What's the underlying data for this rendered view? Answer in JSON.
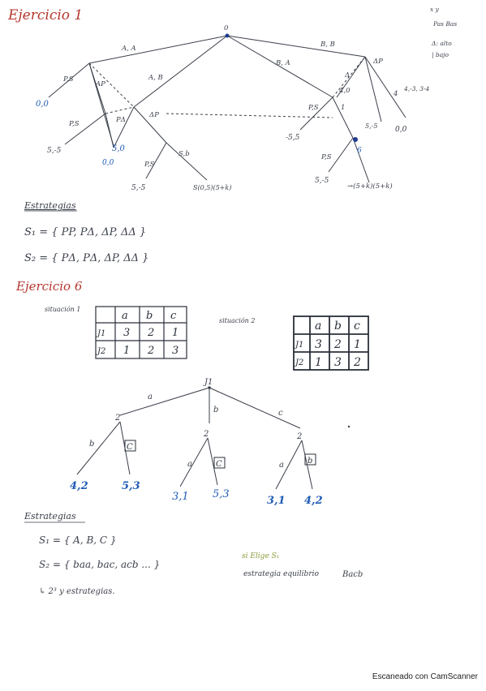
{
  "colors": {
    "ink": "#3a3f4a",
    "red": "#b5362e",
    "blue": "#1f5bb5",
    "green": "#8a9a3a"
  },
  "ex1": {
    "title": "Ejercicio 1",
    "root": "0",
    "edges": {
      "top_left": "A, A",
      "top_right": "B, B",
      "mid_right": "B, A",
      "mid_left": "A, B",
      "ps": "P,S",
      "ap": "AP",
      "pdelta": "PΔ",
      "dp": "ΔP",
      "dp_right": "ΔP",
      "sab": "S,b",
      "ps2": "P,S",
      "ps3": "P,S",
      "ps4": "P,S",
      "ps5": "P,S",
      "delta_right": "Δ",
      "eff": "4,0",
      "x": "1",
      "y": "4"
    },
    "payoffs": {
      "p00": "0,0",
      "p55": "5,-5",
      "p50": "5,0",
      "p00b": "0,0",
      "p55b": "5,-5",
      "psh": "S(0,5)(5+k)",
      "p55c": "-5,5",
      "p55d": "5,-5",
      "p55e": "5,-5",
      "p00c": "0,0",
      "p_long": "→(5+k)(5+k)",
      "p45": "4,-3, 3-4",
      "pd": "6"
    },
    "legend": {
      "xy": "x    y",
      "players": "Pas  Bas",
      "delta_alto": "Δ: alto",
      "bajo": "| bajo"
    }
  },
  "estrategias1": {
    "title": "Estrategias",
    "s1": "S₁ = { PP, PΔ, ΔP, ΔΔ }",
    "s2": "S₂ = { PΔ, PΔ, ΔP, ΔΔ }"
  },
  "ex6": {
    "title": "Ejercicio 6",
    "sit1_label": "situación 1",
    "sit2_label": "situación 2",
    "table_headers": [
      "a",
      "b",
      "c"
    ],
    "table1_rows": [
      {
        "player": "J1",
        "cells": [
          "3",
          "2",
          "1"
        ]
      },
      {
        "player": "J2",
        "cells": [
          "1",
          "2",
          "3"
        ]
      }
    ],
    "table2_rows": [
      {
        "player": "J1",
        "cells": [
          "3",
          "2",
          "1"
        ]
      },
      {
        "player": "J2",
        "cells": [
          "1",
          "3",
          "2"
        ]
      }
    ],
    "tree": {
      "root": "J1",
      "edge_a": "a",
      "edge_b": "b",
      "edge_c": "c",
      "node2": "2",
      "left_b": "b",
      "left_c": "C",
      "mid_a": "a",
      "mid_c": "C",
      "right_a": "a",
      "right_b": "b",
      "pay1": "4,2",
      "pay2": "5,3",
      "pay3": "3,1",
      "pay4": "5,3",
      "pay5": "3,1",
      "pay6": "4,2"
    }
  },
  "estrategias2": {
    "title": "Estrategias",
    "s1": "S₁ = { A, B, C }",
    "s2": "S₂ = { baa, bac, acb ... }",
    "note": "↳ 2³ y estrategias.",
    "side1": "si Elige S₁",
    "side2": "estrategia equilibrio",
    "side_circle": "Bacb"
  },
  "footer": "Escaneado con CamScanner"
}
